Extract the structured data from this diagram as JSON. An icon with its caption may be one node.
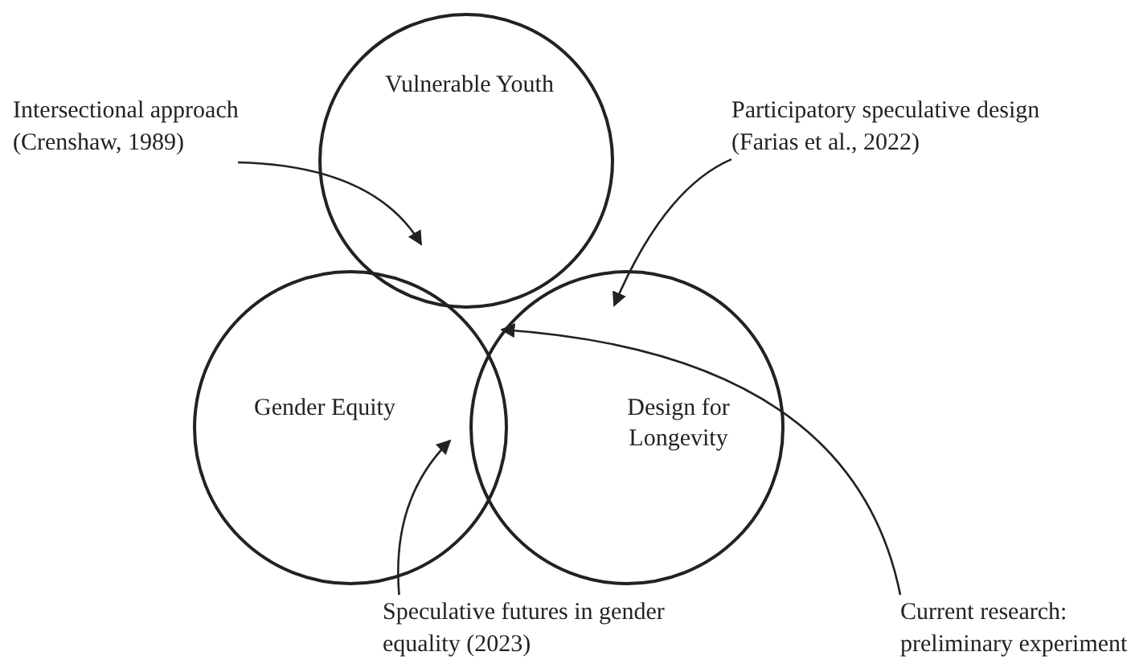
{
  "diagram": {
    "nodes": [
      {
        "text": [
          "Vulnerable Youth"
        ]
      },
      {
        "text": [
          "Gender Equity"
        ]
      },
      {
        "text": [
          "Design for Longevity"
        ]
      },
      {
        "text": [
          "Intersectional approach (Crenshaw, 1989)"
        ]
      },
      {
        "text": [
          "Participatory speculative design (Farias et al., 2022)"
        ]
      },
      {
        "text": [
          "Speculative futures in gender equality (2023)"
        ]
      },
      {
        "text": [
          "Current research: preliminary experiment"
        ]
      }
    ],
    "edges": [
      {
        "from": 3,
        "to": 0,
        "arrow": "to"
      },
      {
        "from": 4,
        "to": 2,
        "arrow": "to"
      },
      {
        "from": 6,
        "to": 2,
        "arrow": "to"
      },
      {
        "from": 5,
        "to": 1,
        "arrow": "to"
      }
    ]
  }
}
